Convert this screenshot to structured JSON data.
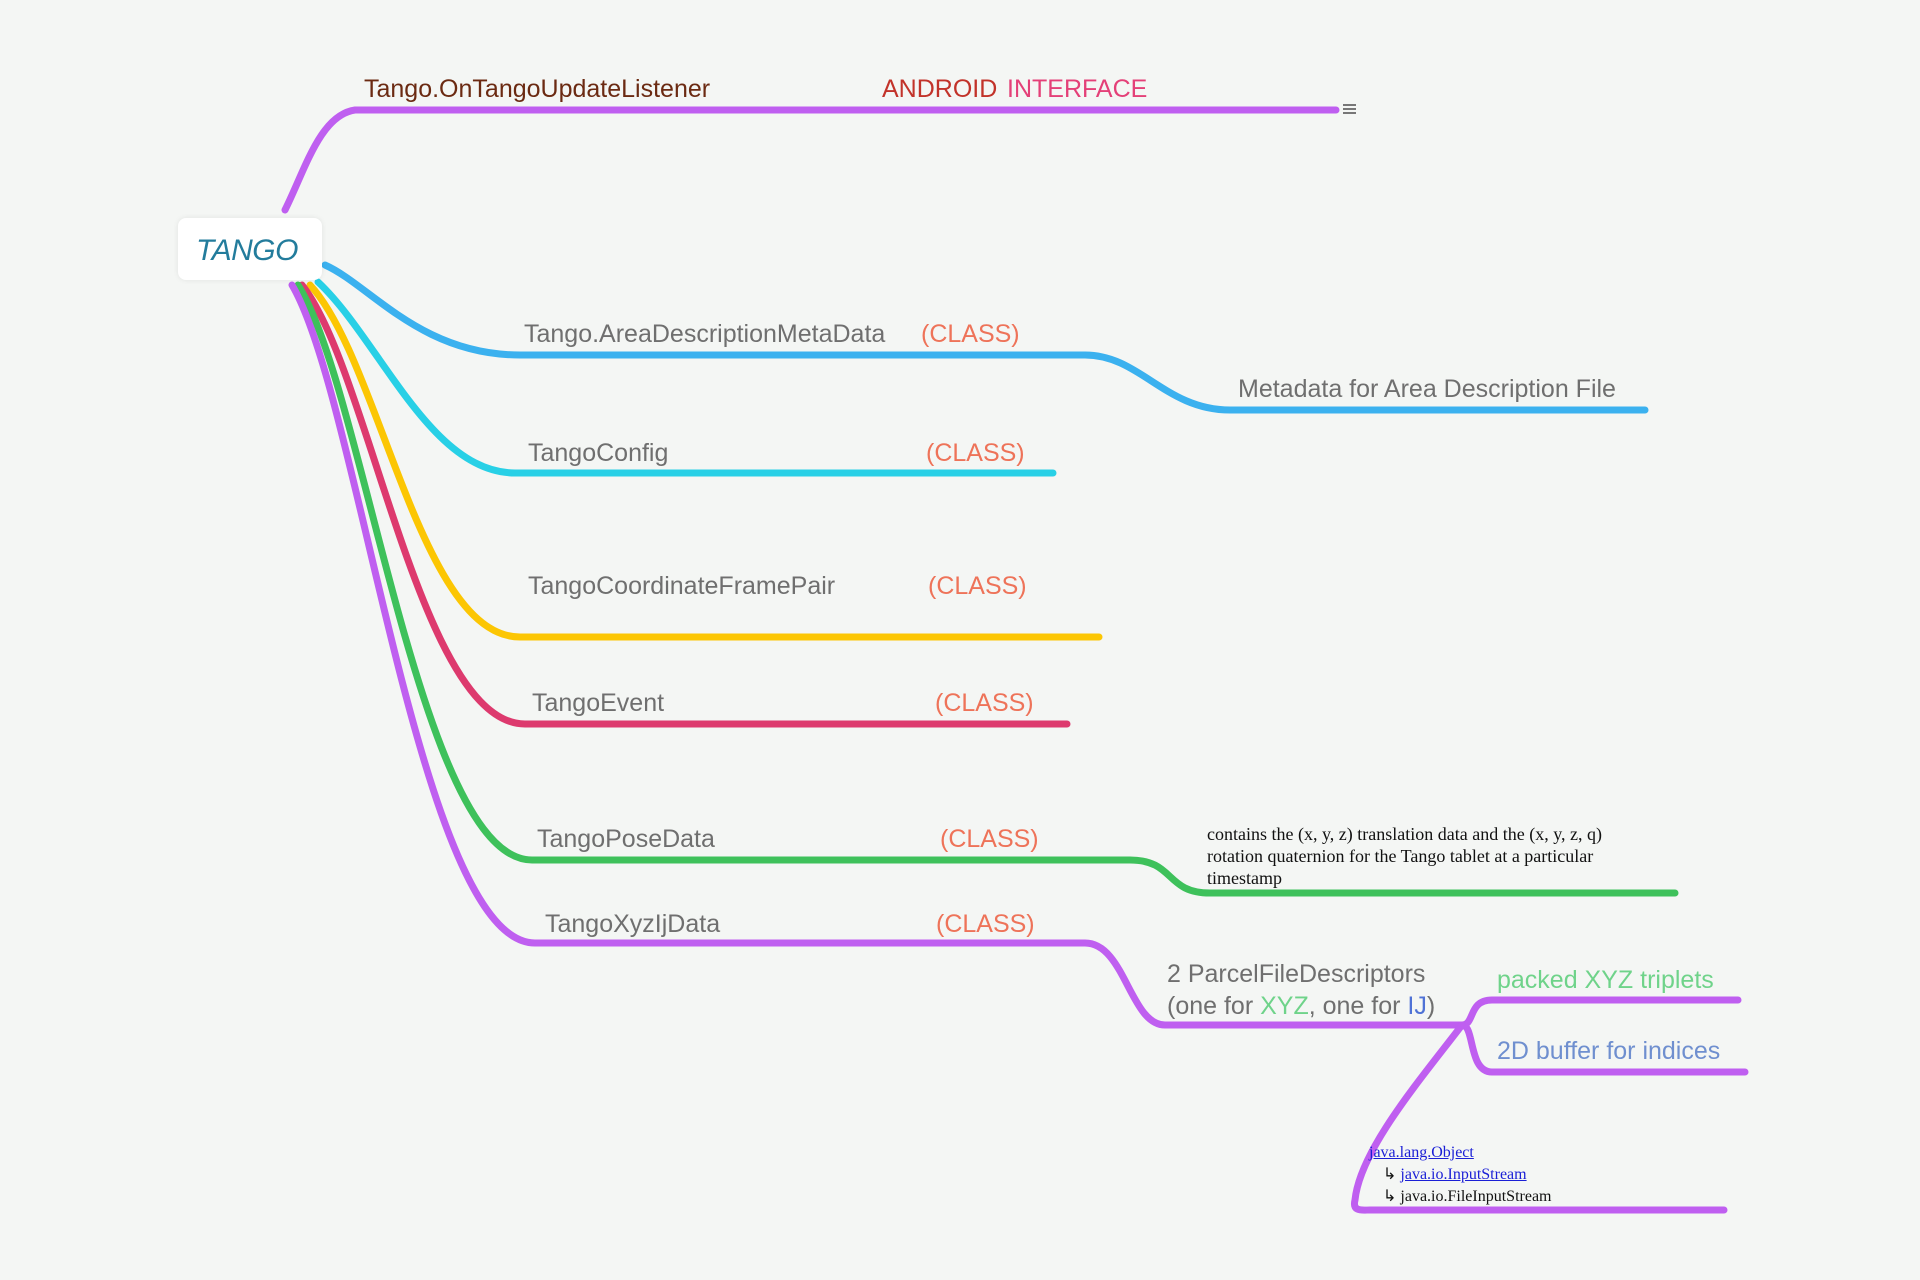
{
  "root": {
    "label": "TANGO"
  },
  "colors": {
    "purple": "#bf5ff0",
    "blue": "#3bb1ef",
    "cyan": "#28d0e6",
    "yellow": "#fcc603",
    "red": "#dd3a6e",
    "green": "#3ec15b",
    "class_label": "#ee7359",
    "android": "#c2332a",
    "interface": "#e44078"
  },
  "branches": {
    "listener": {
      "label": "Tango.OnTangoUpdateListener",
      "tag_android": "ANDROID",
      "tag_interface": "INTERFACE",
      "note_icon": "note-icon"
    },
    "area": {
      "label": "Tango.AreaDescriptionMetaData",
      "tag": "(CLASS)",
      "child": "Metadata for Area Description File"
    },
    "config": {
      "label": "TangoConfig",
      "tag": "(CLASS)"
    },
    "frame": {
      "label": "TangoCoordinateFramePair",
      "tag": "(CLASS)"
    },
    "event": {
      "label": "TangoEvent",
      "tag": "(CLASS)"
    },
    "pose": {
      "label": "TangoPoseData",
      "tag": "(CLASS)",
      "child": [
        "contains the (x, y, z) translation data and the (x, y, z, q)",
        "rotation quaternion for the Tango tablet at a particular",
        "timestamp"
      ]
    },
    "xyzij": {
      "label": "TangoXyzIjData",
      "tag": "(CLASS)",
      "child": {
        "line1": "2 ParcelFileDescriptors",
        "p1": "(one for ",
        "xyz": "XYZ",
        "p2": ", one for ",
        "ij": "IJ",
        "p3": ")"
      },
      "sub": {
        "packed": "packed XYZ triplets",
        "buffer": "2D buffer for indices"
      },
      "hierarchy": {
        "obj": "java.lang.Object",
        "arrow": "↳",
        "input": "java.io.InputStream",
        "file": "java.io.FileInputStream"
      }
    }
  }
}
